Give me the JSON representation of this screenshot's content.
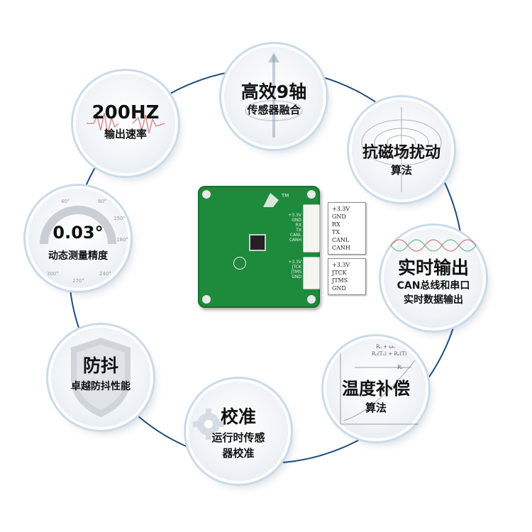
{
  "features": {
    "rate": {
      "title": "200HZ",
      "subtitle": "输出速率"
    },
    "fusion": {
      "title": "高效9轴",
      "subtitle": "传感器融合"
    },
    "antimag": {
      "title": "抗磁场扰动",
      "subtitle": "算法"
    },
    "realtime": {
      "title": "实时输出",
      "line2": "CAN总线和串口",
      "line3": "实时数据输出"
    },
    "temp": {
      "title": "温度补偿",
      "subtitle": "算法"
    },
    "calib": {
      "title": "校准",
      "line2": "运行时传感",
      "line3": "器校准"
    },
    "antishake": {
      "title": "防抖",
      "subtitle": "卓越防抖性能"
    },
    "precision": {
      "title": "0.03°",
      "subtitle": "动态测量精度",
      "dial_ticks": [
        "40°",
        "80°",
        "150°",
        "180°",
        "240°",
        "270°",
        "300°"
      ]
    }
  },
  "board": {
    "tm": "TM",
    "pins_top": [
      "+3.3V",
      "GND",
      "RX",
      "TX",
      "CANL",
      "CANH"
    ],
    "pins_bottom": [
      "+3.3V",
      "JTCK",
      "JTMS",
      "GND"
    ]
  },
  "pin_labels": {
    "top": [
      "+3.3V",
      "GND",
      "RX",
      "TX",
      "CANL",
      "CANH"
    ],
    "bottom": [
      "+3.3V",
      "JTCK",
      "JTMS",
      "GND"
    ]
  },
  "temp_formula": {
    "l1": "R₀ + ω₀",
    "l2": "R₀(T₀) + R₀(T)",
    "l3": "R₁"
  },
  "colors": {
    "ring": "#a9c8e2",
    "pcb": "#1e8a3b",
    "pcb_dark": "#17702f",
    "text": "#111111"
  }
}
